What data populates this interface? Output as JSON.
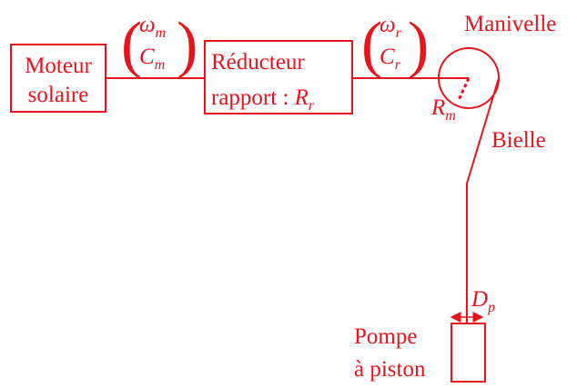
{
  "colors": {
    "stroke": "#e8141c",
    "text": "#e8141c",
    "background": "#ffffff"
  },
  "blocks": {
    "motor": {
      "line1": "Moteur",
      "line2": "solaire"
    },
    "reducer": {
      "line1": "Réducteur",
      "line2_prefix": "rapport : ",
      "ratio_symbol": "R",
      "ratio_sub": "r"
    },
    "pump": {
      "line1": "Pompe",
      "line2": "à piston"
    }
  },
  "links": {
    "motor_to_reducer": {
      "top_symbol": "ω",
      "top_sub": "m",
      "bottom_symbol": "C",
      "bottom_sub": "m"
    },
    "reducer_to_crank": {
      "top_symbol": "ω",
      "top_sub": "r",
      "bottom_symbol": "C",
      "bottom_sub": "r"
    }
  },
  "crank": {
    "label": "Manivelle",
    "radius_symbol": "R",
    "radius_sub": "m"
  },
  "rod": {
    "label": "Bielle"
  },
  "piston": {
    "diameter_symbol": "D",
    "diameter_sub": "p"
  },
  "paren": {
    "open": "(",
    "close": ")"
  }
}
